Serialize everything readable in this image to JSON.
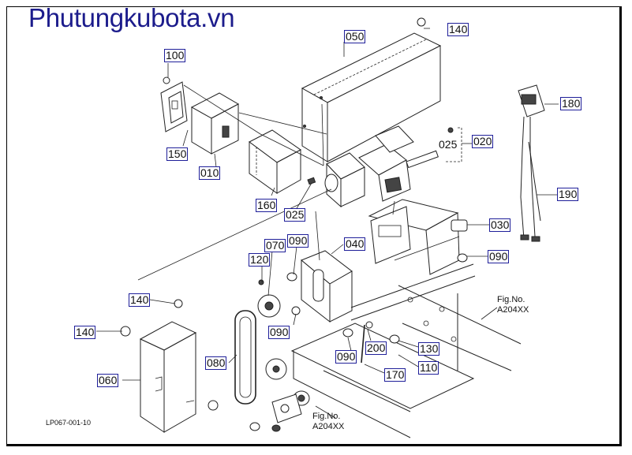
{
  "watermark": "Phutungkubota.vn",
  "drawing_code": "LP067-001-10",
  "fig_refs": [
    {
      "label": "Fig.No.",
      "ref": "A204XX"
    },
    {
      "label": "Fig.No.",
      "ref": "A204XX"
    }
  ],
  "callouts": [
    {
      "text": "140",
      "boxed": true
    },
    {
      "text": "050",
      "boxed": true
    },
    {
      "text": "100",
      "boxed": true
    },
    {
      "text": "180",
      "boxed": true
    },
    {
      "text": "150",
      "boxed": true
    },
    {
      "text": "010",
      "boxed": true
    },
    {
      "text": "025",
      "boxed": false
    },
    {
      "text": "020",
      "boxed": true
    },
    {
      "text": "160",
      "boxed": true
    },
    {
      "text": "025",
      "boxed": true
    },
    {
      "text": "190",
      "boxed": true
    },
    {
      "text": "030",
      "boxed": true
    },
    {
      "text": "090",
      "boxed": true
    },
    {
      "text": "070",
      "boxed": true
    },
    {
      "text": "040",
      "boxed": true
    },
    {
      "text": "120",
      "boxed": true
    },
    {
      "text": "090",
      "boxed": true
    },
    {
      "text": "140",
      "boxed": true
    },
    {
      "text": "140",
      "boxed": true
    },
    {
      "text": "090",
      "boxed": true
    },
    {
      "text": "200",
      "boxed": true
    },
    {
      "text": "130",
      "boxed": true
    },
    {
      "text": "090",
      "boxed": true
    },
    {
      "text": "080",
      "boxed": true
    },
    {
      "text": "110",
      "boxed": true
    },
    {
      "text": "170",
      "boxed": true
    },
    {
      "text": "060",
      "boxed": true
    }
  ],
  "colors": {
    "callout_border": "#1f1f99",
    "brand": "#1c1c8c",
    "line": "#222222"
  }
}
